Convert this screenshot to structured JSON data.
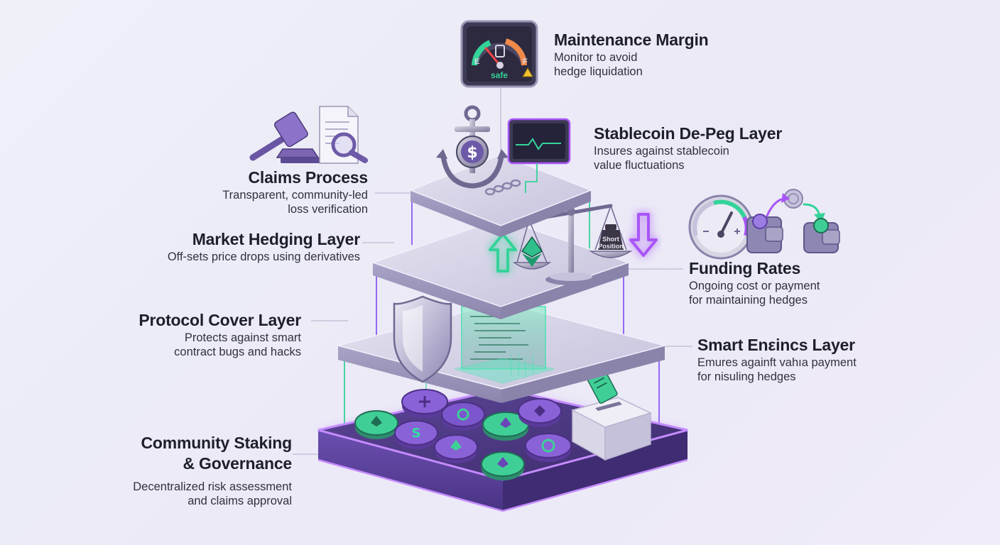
{
  "labels": {
    "maintenance_margin": {
      "title": "Maintenance Margin",
      "desc": [
        "Monitor to avoid",
        "hedge liquidation"
      ]
    },
    "stablecoin_depeg": {
      "title": "Stablecoin De-Peg Layer",
      "desc": [
        "Insures against stablecoin",
        "value fluctuations"
      ]
    },
    "claims_process": {
      "title": "Claims Process",
      "desc": [
        "Transparent, community-led",
        "loss verification"
      ]
    },
    "market_hedging": {
      "title": "Market Hedging Layer",
      "desc": [
        "Off-sets price drops using derivatives"
      ]
    },
    "funding_rates": {
      "title": "Funding Rates",
      "desc": [
        "Ongoing cost or payment",
        "for maintaining hedges"
      ]
    },
    "protocol_cover": {
      "title": "Protocol Cover Layer",
      "desc": [
        "Protects against smart",
        "contract bugs and hacks"
      ]
    },
    "smart_engines": {
      "title": "Smart Enεincs Layer",
      "desc": [
        "Emures againft vahıa payment",
        "for nisuling hedges"
      ]
    },
    "community_staking": {
      "title": [
        "Community Staking",
        "& Governance"
      ],
      "desc": [
        "Decentralized risk assessment",
        "and claims approval"
      ]
    }
  },
  "gauge": {
    "left_mark": "E",
    "right_mark": "F",
    "status": "safe"
  },
  "scale": {
    "weight_label": [
      "Short",
      "Position"
    ]
  },
  "colors": {
    "accent_purple": "#8b5cf6",
    "accent_green": "#34d399",
    "layer_top": "#d6d3e6",
    "platform": "#5b3f97"
  },
  "icons": [
    "fuel-gauge-icon",
    "anchor-dollar-icon",
    "chart-monitor-icon",
    "gavel-icon",
    "document-magnifier-icon",
    "balance-scale-icon",
    "arrow-up-icon",
    "arrow-down-icon",
    "speedometer-icon",
    "wallet-icon",
    "coin-icon",
    "shield-icon",
    "code-hologram-icon",
    "ballot-box-icon",
    "crypto-coin-icon"
  ]
}
